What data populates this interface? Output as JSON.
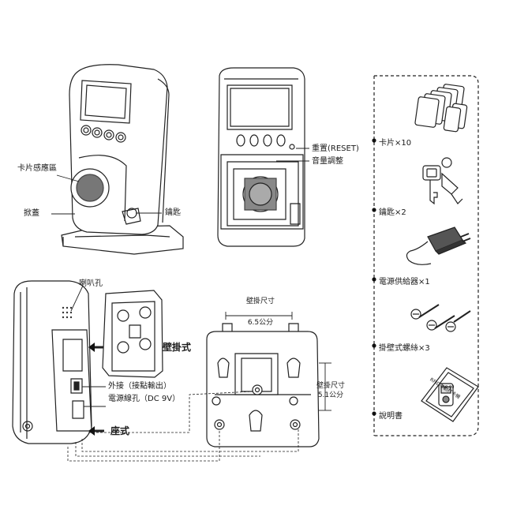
{
  "device_labels": {
    "card_area": "卡片感應區",
    "cover": "掀蓋",
    "key": "鑰匙",
    "reset": "重置(RESET)",
    "volume": "音量調整",
    "speaker": "喇叭孔",
    "wall_mount": "壁掛式",
    "external": "外接（接點輸出）",
    "power_jack": "電源線孔（DC 9V）",
    "desk_mount": "座式"
  },
  "dimensions": {
    "width_title": "壁掛尺寸",
    "width_value": "6.5公分",
    "height_title": "壁掛尺寸",
    "height_value": "5.1公分"
  },
  "accessories": [
    {
      "label": "卡片×10",
      "icon": "cards-icon"
    },
    {
      "label": "鑰匙×2",
      "icon": "keys-icon"
    },
    {
      "label": "電源供給器×1",
      "icon": "power-adapter-icon"
    },
    {
      "label": "掛壁式螺絲×3",
      "icon": "screws-icon"
    },
    {
      "label": "說明書",
      "icon": "manual-icon"
    }
  ],
  "manual_cover": {
    "title": "RFID考勤打卡機",
    "clock": "12:00"
  }
}
